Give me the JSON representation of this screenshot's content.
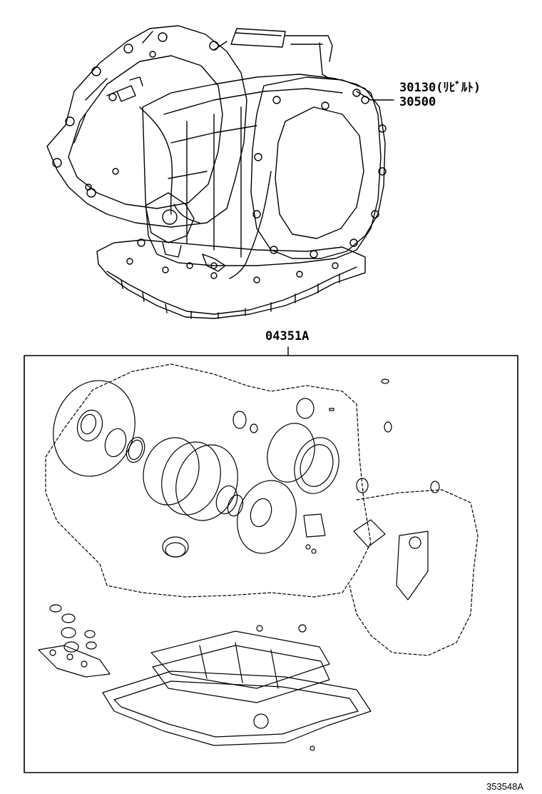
{
  "labels": {
    "part_30130": "30130(ﾘﾋﾞﾙﾄ)",
    "part_30500": "30500",
    "part_04351A": "04351A"
  },
  "footer": {
    "illustration_code": "353548A"
  },
  "colors": {
    "line": "#000000",
    "background": "#ffffff"
  }
}
